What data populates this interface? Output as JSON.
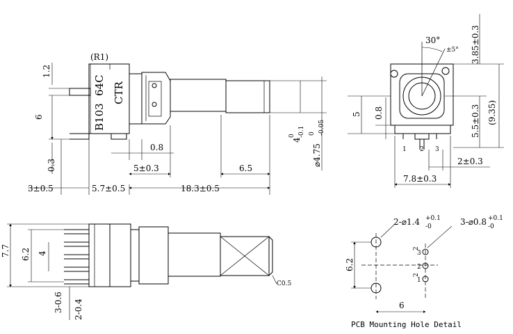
{
  "front_view": {
    "r1_label": "(R1)",
    "body_text_1": "B103",
    "body_text_2": "64C",
    "body_text_3": "CTR",
    "dim_1_2": "1.2",
    "dim_6": "6",
    "dim_0_3": "0.3",
    "dim_0_8": "0.8",
    "dim_5_pm": "5±0.3",
    "dim_6_5": "6.5",
    "dim_3_pm": "3±0.5",
    "dim_5_7_pm": "5.7±0.5",
    "dim_18_3_pm": "18.3±0.5",
    "dim_4_base": "4",
    "dim_4_tol_upper": "0",
    "dim_4_tol_lower": "-0.1",
    "dim_4_75_base": "⌀4.75",
    "dim_4_75_tol_upper": "0",
    "dim_4_75_tol_lower": "-0.05"
  },
  "side_view": {
    "angle_30": "30°",
    "angle_5": "±5°",
    "dim_3_85": "3.85±0.3",
    "dim_5_5": "5.5±0.3",
    "dim_9_35": "(9.35)",
    "dim_5": "5",
    "dim_0_8": "0.8",
    "pin_1": "1",
    "pin_2": "2",
    "pin_3": "3",
    "dim_2_pm": "2±0.3",
    "dim_7_8": "7.8±0.3"
  },
  "top_view": {
    "dim_7_7": "7.7",
    "dim_6_2": "6.2",
    "dim_4": "4",
    "dim_3_0_6": "3-0.6",
    "dim_2_0_4": "2-0.4",
    "chamfer": "C0.5"
  },
  "pcb_detail": {
    "hole_large": "2-⌀1.4",
    "hole_large_tol_upper": "+0.1",
    "hole_large_tol_lower": "-0",
    "hole_small": "3-⌀0.8",
    "hole_small_tol_upper": "+0.1",
    "hole_small_tol_lower": "-0",
    "dim_6_2": "6.2",
    "dim_6": "6",
    "pin_1": "1",
    "pin_2": "2",
    "pin_3": "3",
    "dim_2a": "2",
    "dim_2b": "2",
    "caption": "PCB Mounting Hole Detail"
  }
}
